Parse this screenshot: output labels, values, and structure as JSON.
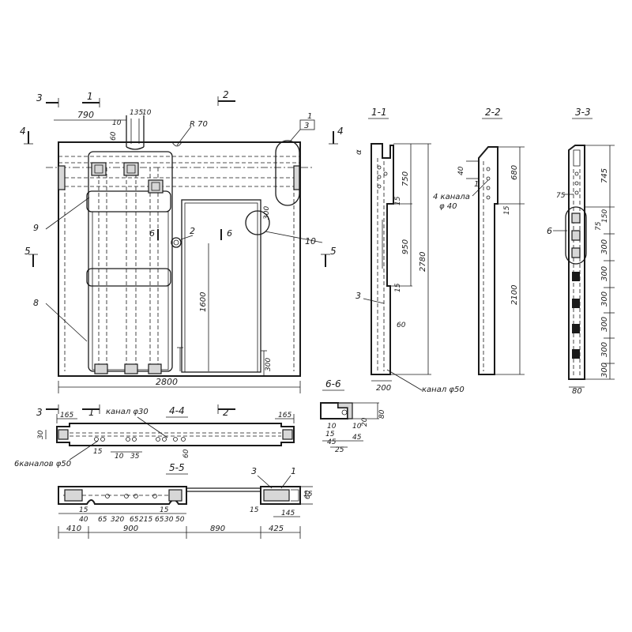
{
  "sections": {
    "s11": "1-1",
    "s22": "2-2",
    "s33": "3-3",
    "s44": "4-4",
    "s55": "5-5",
    "s66": "6-6"
  },
  "cut_marks": {
    "c1": "1",
    "c2": "2",
    "c3": "3",
    "c4": "4",
    "c5": "5",
    "c6": "6"
  },
  "callouts": {
    "p1": "1",
    "p2": "2",
    "p3": "3",
    "p6": "6",
    "p8": "8",
    "p9": "9",
    "p10": "10"
  },
  "notes": {
    "radius": "R 70",
    "channel30": "канал φ30",
    "channel50": "канал φ50",
    "channels4": "4 канала",
    "channels4_dia": "φ 40",
    "channels6": "6каналов φ50"
  },
  "dims": {
    "elev": {
      "d790": "790",
      "d10": "10",
      "d135": "135",
      "d10b": "10",
      "d60": "60",
      "d300": "300",
      "d1600": "1600",
      "d300b": "300",
      "d2800": "2800"
    },
    "s11": {
      "d750": "750",
      "d950": "950",
      "d2780": "2780",
      "d15a": "15",
      "d15b": "15",
      "d60": "60",
      "d200": "200",
      "da": "α"
    },
    "s22": {
      "d40": "40",
      "d680": "680",
      "d15": "15",
      "d2100": "2100"
    },
    "s33": {
      "d745": "745",
      "d75": "75",
      "d150": "150",
      "d75b": "75",
      "d300": [
        "300",
        "300",
        "300",
        "300",
        "300",
        "300"
      ],
      "d80": "80"
    },
    "s44": {
      "d165": "165",
      "d165b": "165",
      "d30": "30",
      "d15": "15",
      "d10": "10",
      "d35": "35",
      "d60": "60"
    },
    "s55": {
      "d410": "410",
      "d900": "900",
      "d890": "890",
      "d425": "425",
      "d40": "40",
      "d65a": "65",
      "d320": "320",
      "d65b": "65",
      "d215": "215",
      "d65c": "65",
      "d15": "15",
      "d30": "30",
      "d50": "50",
      "d15b": "15",
      "d15c": "15",
      "d145": "145",
      "d60": "60",
      "d15d": "15"
    },
    "s66": {
      "d10a": "10",
      "d20": "20",
      "d10b": "10",
      "d80": "80",
      "d15": "15",
      "d45a": "45",
      "d45b": "45",
      "d25": "25"
    }
  }
}
